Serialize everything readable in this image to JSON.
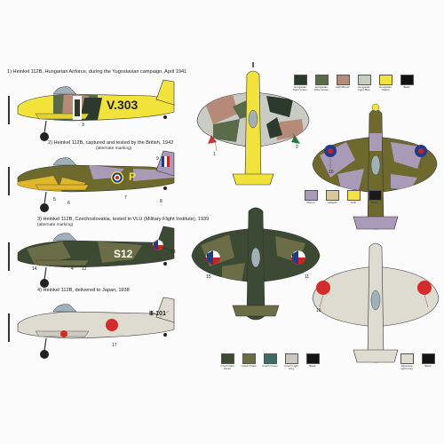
{
  "captions": {
    "c1": "1) Heinkel 112B, Hungarian Airforce, during the Yugoslavian campaign, April 1941",
    "c2": "2) Heinkel 112B, captured and tested by the British, 1942",
    "c2_alt": "(alternate marking)",
    "c3": "3) Heinkel 112B, Czechoslovakia, tested in VLU (Military Flight Institute), 1939",
    "c3_alt": "(alternate marking)",
    "c4": "4) Heinkel 112B, delivered to Japan, 1938"
  },
  "markings": {
    "hungarian_code": "V.303",
    "british_letter": "P",
    "czech_code": "S12",
    "japan_code": "Ⅲ-101"
  },
  "callouts": [
    "1",
    "2",
    "3",
    "4",
    "5",
    "6",
    "7",
    "8",
    "9",
    "10",
    "11",
    "12",
    "13",
    "14",
    "15",
    "16",
    "17"
  ],
  "swatches": {
    "top": [
      {
        "color": "#2b3a2c",
        "label": "Hungarian Dark Green"
      },
      {
        "color": "#5a6b4a",
        "label": "Hungarian Olive Green"
      },
      {
        "color": "#b58a78",
        "label": "Light Brown"
      },
      {
        "color": "#c9ccc4",
        "label": "Hungarian Light Blue"
      },
      {
        "color": "#f2e33a",
        "label": "Hungarian Yellow"
      },
      {
        "color": "#111111",
        "label": "Black"
      }
    ],
    "mid": [
      {
        "color": "#a99ab8",
        "label": "Mauve"
      },
      {
        "color": "#d7c79a",
        "label": "Hellgelb"
      },
      {
        "color": "#f4e04a",
        "label": "Gelb"
      },
      {
        "color": "#1a1a1a",
        "label": "Black"
      }
    ],
    "bottom": [
      {
        "color": "#3d4a33",
        "label": "Czech Dark Green"
      },
      {
        "color": "#6b6d46",
        "label": "Czech Khaki"
      },
      {
        "color": "#3e6b63",
        "label": "Czech Green"
      },
      {
        "color": "#c8c7c0",
        "label": "Czech Light Grey"
      },
      {
        "color": "#151515",
        "label": "Black"
      }
    ],
    "bottom_right": [
      {
        "color": "#dedcd0",
        "label": "Japanese Light Grey"
      },
      {
        "color": "#121212",
        "label": "Black"
      }
    ]
  }
}
